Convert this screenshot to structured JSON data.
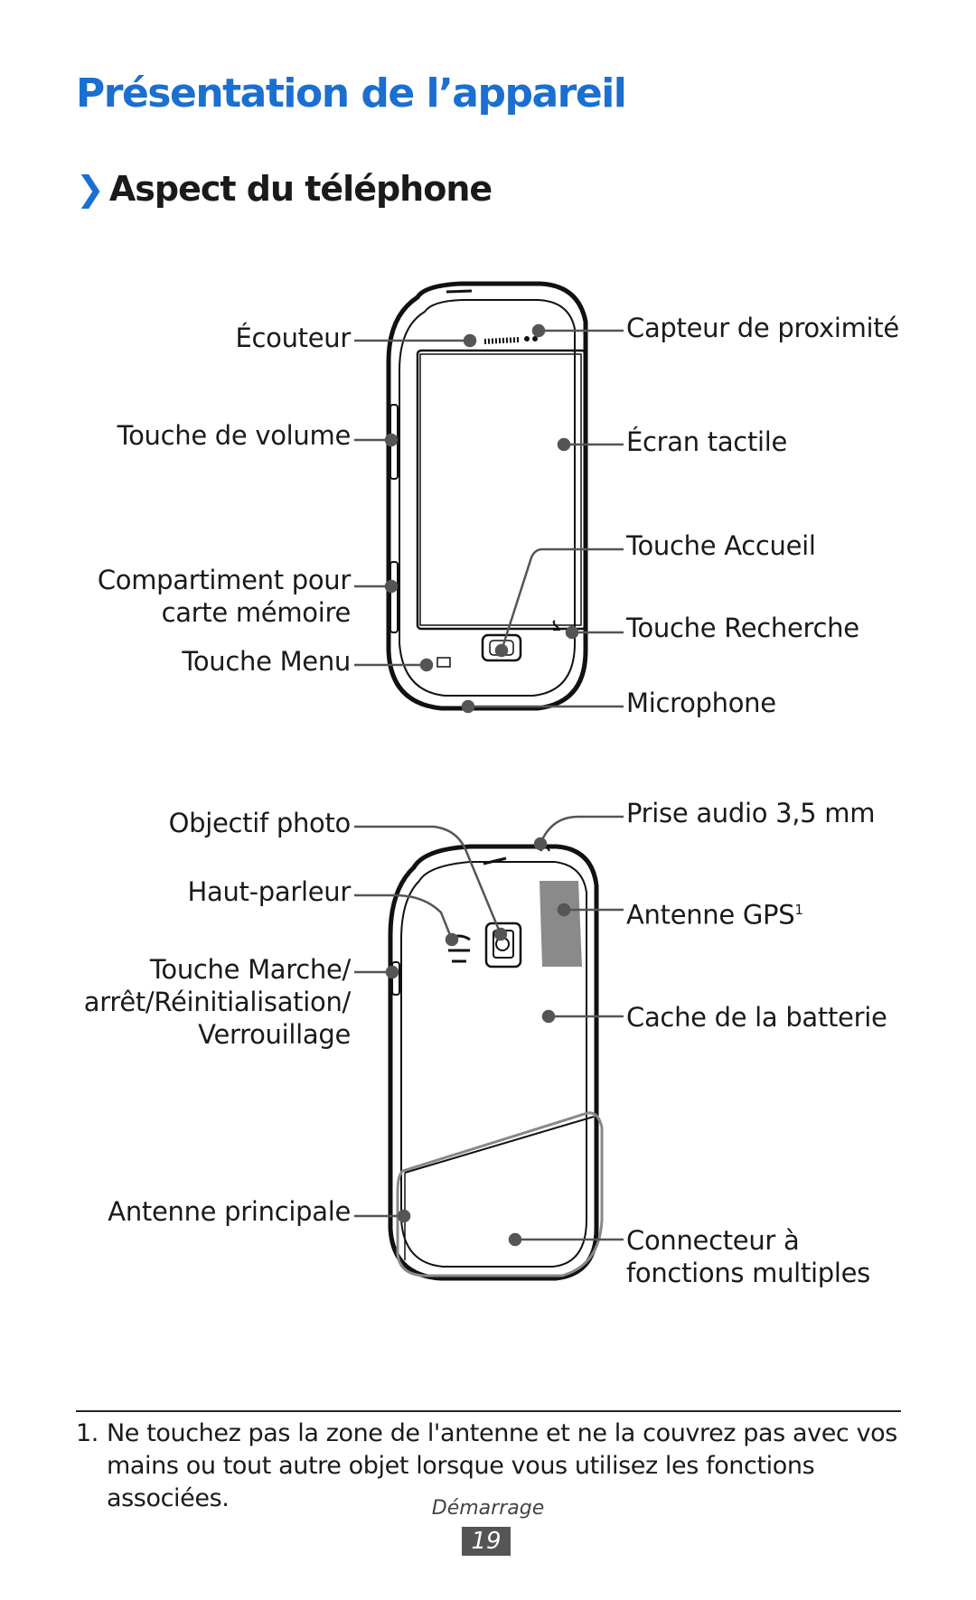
{
  "page": {
    "title": "Présentation de l’appareil",
    "subtitle": "Aspect du téléphone",
    "subtitle_marker": "❯"
  },
  "front_labels": {
    "earpiece": "Écouteur",
    "volume_key": "Touche de volume",
    "memory_card_line1": "Compartiment pour",
    "memory_card_line2": "carte mémoire",
    "menu_key": "Touche Menu",
    "proximity_sensor": "Capteur de proximité",
    "touch_screen": "Écran tactile",
    "home_key": "Touche Accueil",
    "search_key": "Touche Recherche",
    "microphone": "Microphone"
  },
  "back_labels": {
    "camera_lens": "Objectif photo",
    "speaker": "Haut-parleur",
    "power_line1": "Touche Marche/",
    "power_line2": "arrêt/Réinitialisation/",
    "power_line3": "Verrouillage",
    "main_antenna": "Antenne principale",
    "audio_jack": "Prise audio 3,5 mm",
    "gps_antenna": "Antenne GPS",
    "gps_footnote_ref": "1",
    "battery_cover": "Cache de la batterie",
    "connector_line1": "Connecteur à",
    "connector_line2": "fonctions multiples"
  },
  "footnote": {
    "number": "1.",
    "text": "Ne touchez pas la zone de l'antenne et ne la couvrez pas avec vos mains ou tout autre objet lorsque vous utilisez les fonctions associées."
  },
  "footer": {
    "section": "Démarrage",
    "page_number": "19"
  },
  "colors": {
    "heading_blue": "#1a6fd0",
    "leader_gray": "#555555",
    "gps_area_gray": "#8a8a8a"
  }
}
